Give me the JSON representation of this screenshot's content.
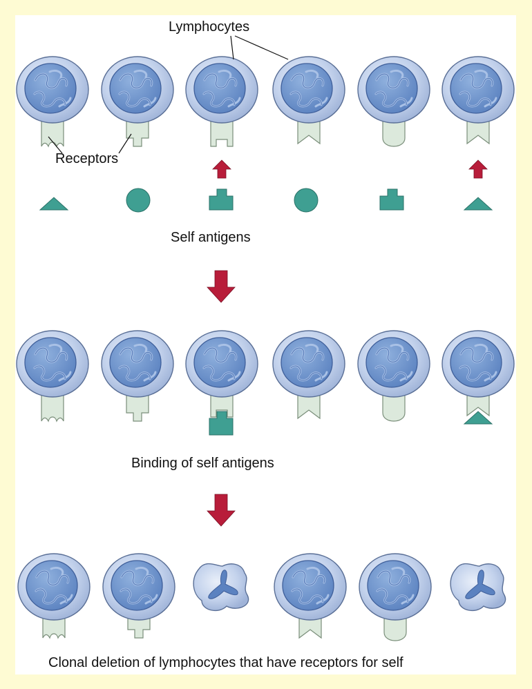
{
  "labels": {
    "lymphocytes": "Lymphocytes",
    "receptors": "Receptors",
    "self_antigens": "Self antigens",
    "binding": "Binding of self antigens",
    "deletion": "Clonal deletion of lymphocytes that have receptors for self"
  },
  "colors": {
    "page_background": "#fefbd3",
    "panel_background": "#ffffff",
    "cell_body": "#b9c8e6",
    "nucleus": "#6f93cb",
    "receptor": "#dce9dc",
    "antigen": "#3f9f92",
    "arrow": "#b81d3a"
  },
  "receptor_shapes": [
    "wavy",
    "step",
    "notch",
    "v-notch",
    "rounded",
    "v-notch"
  ],
  "antigen_shapes": [
    "triangle",
    "circle",
    "bump-square",
    "circle",
    "bump-square",
    "triangle"
  ],
  "self_reactive_cells": [
    3,
    6
  ],
  "deleted_cells": [
    3,
    6
  ]
}
